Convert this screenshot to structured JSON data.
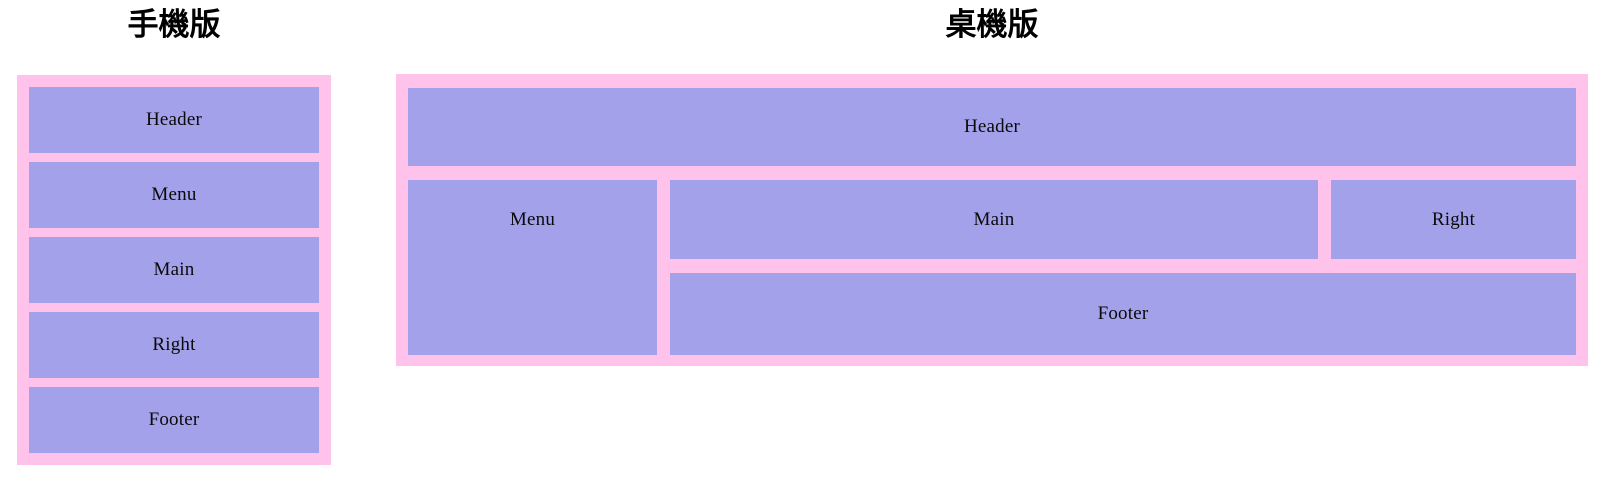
{
  "mobile": {
    "title": "手機版",
    "blocks": [
      {
        "label": "Header"
      },
      {
        "label": "Menu"
      },
      {
        "label": "Main"
      },
      {
        "label": "Right"
      },
      {
        "label": "Footer"
      }
    ]
  },
  "desktop": {
    "title": "桌機版",
    "header_label": "Header",
    "menu_label": "Menu",
    "main_label": "Main",
    "right_label": "Right",
    "footer_label": "Footer"
  },
  "colors": {
    "container_bg": "#ffc3eb",
    "block_bg": "#a3a1ea",
    "label_color": "#0a0a0a",
    "title_color": "#000000",
    "page_bg": "#ffffff"
  }
}
